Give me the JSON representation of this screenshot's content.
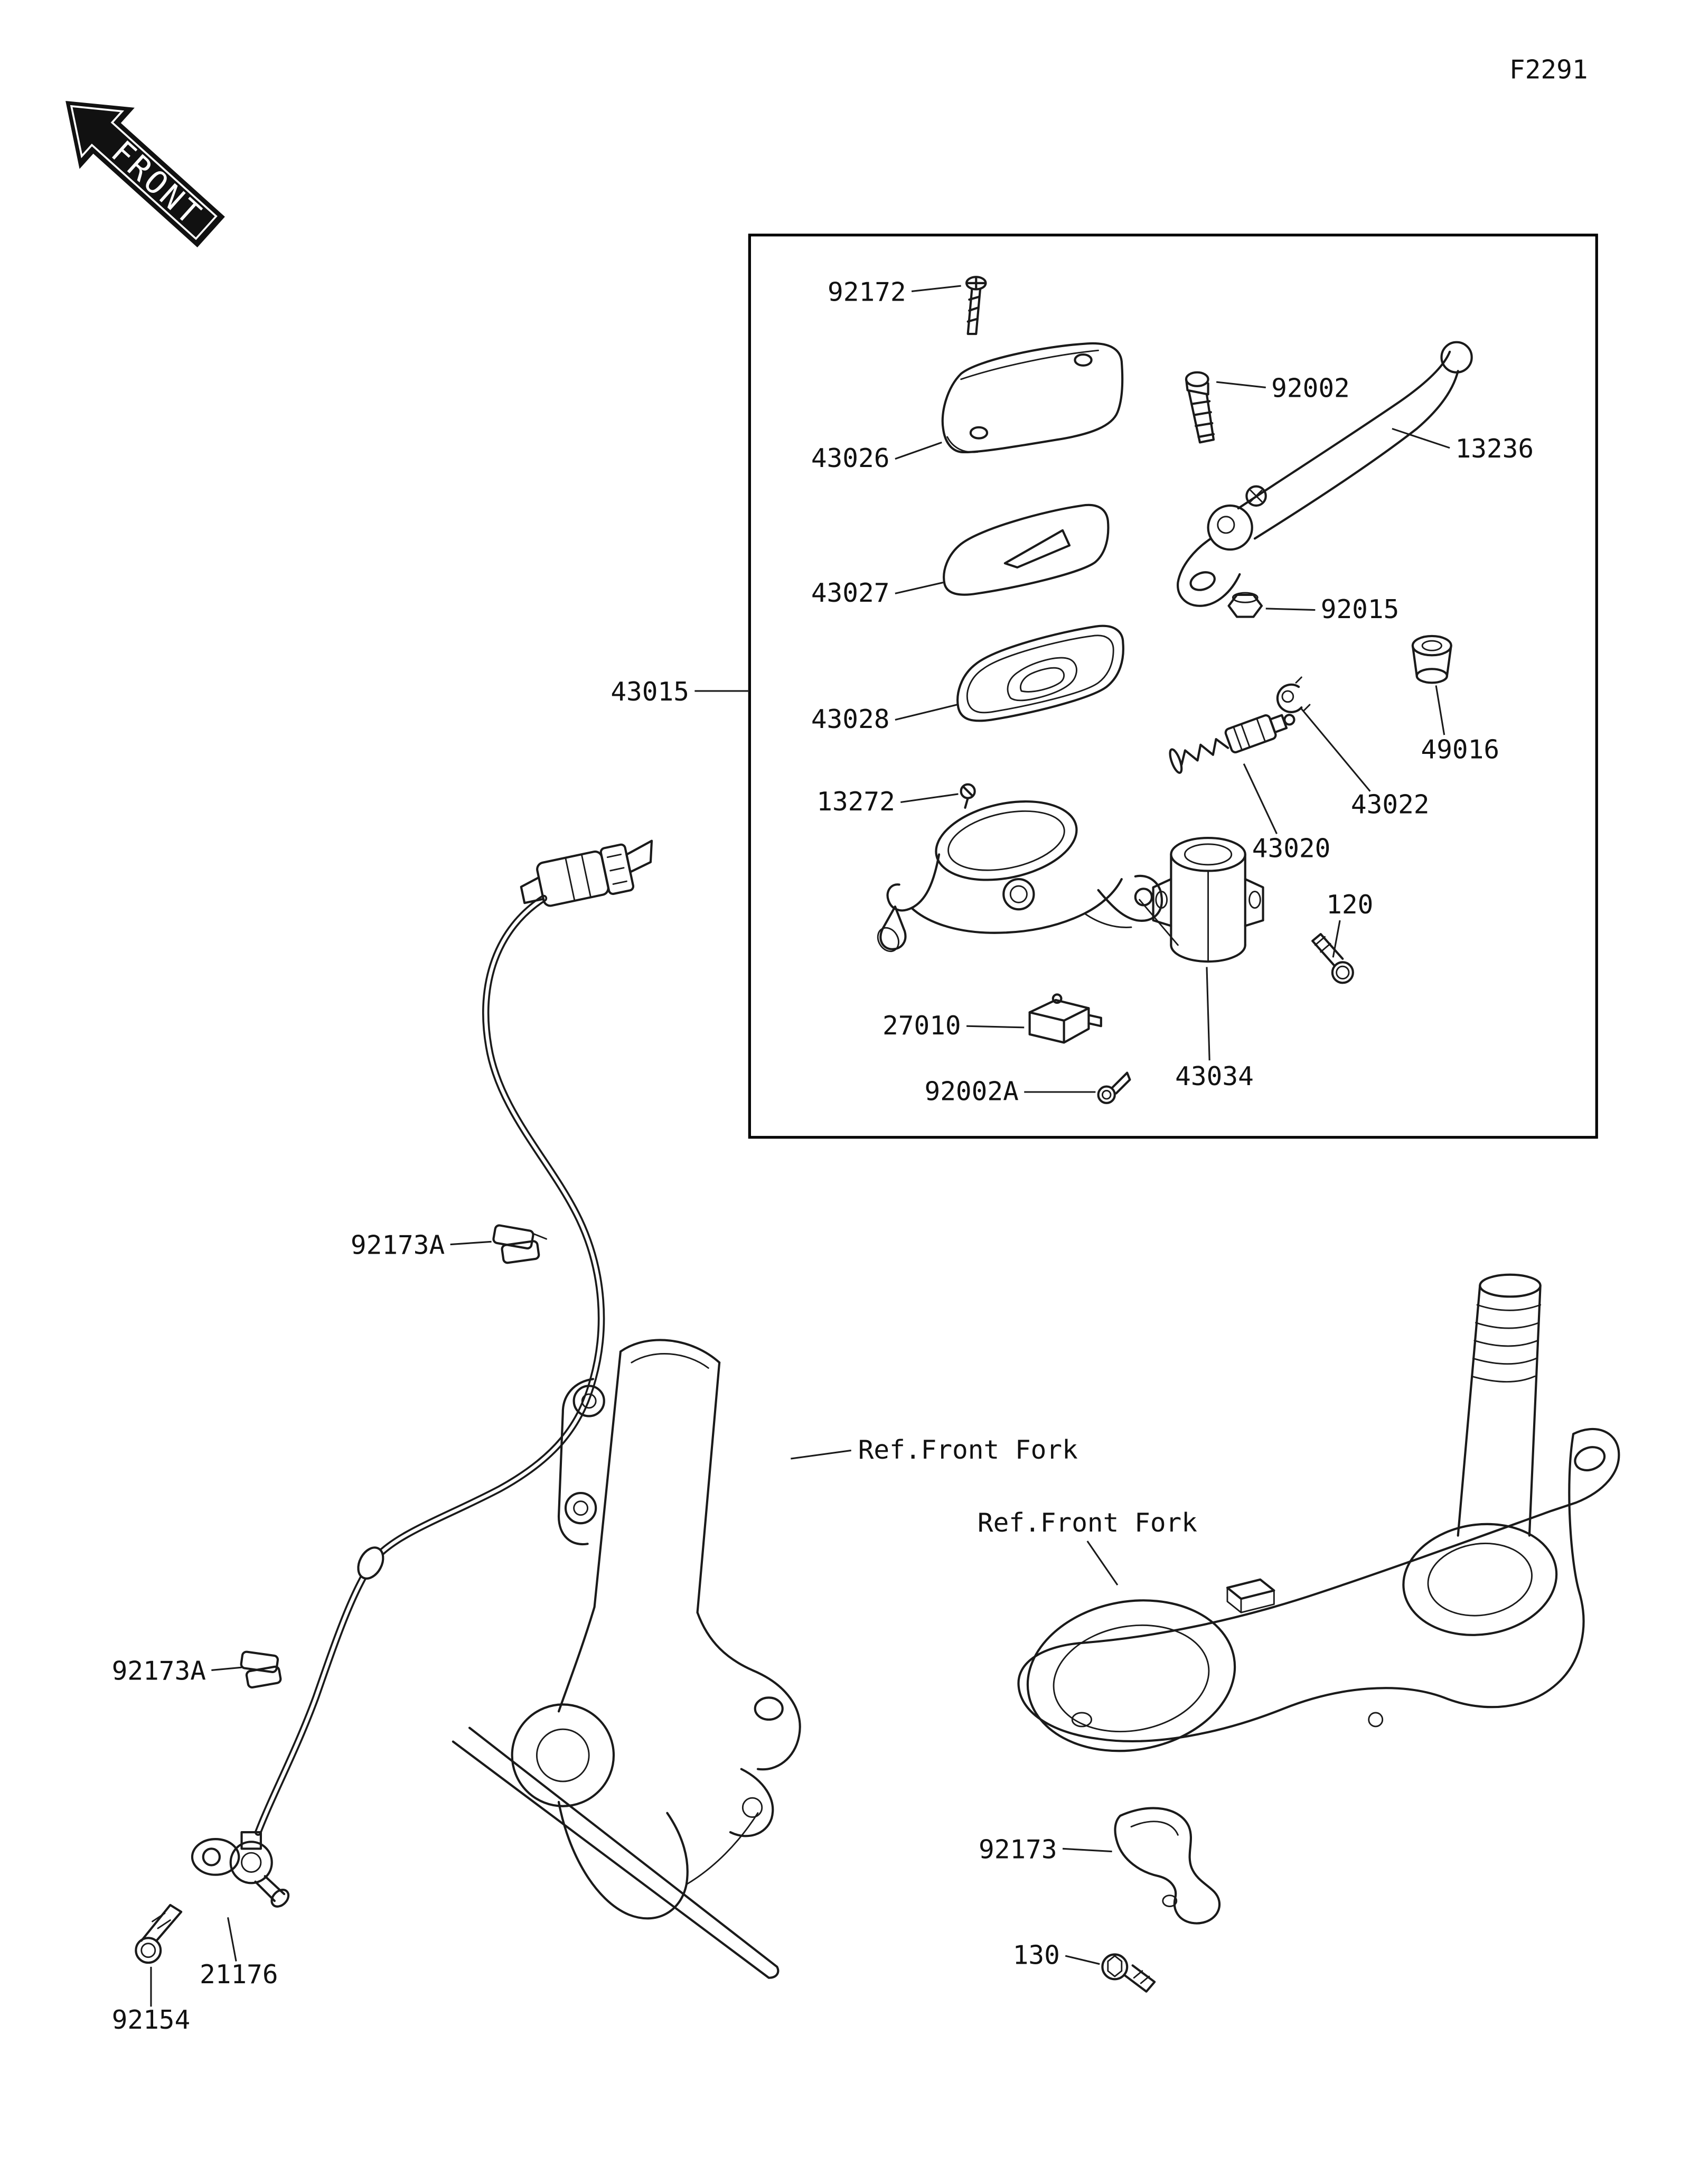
{
  "figure": {
    "code": "F2291",
    "front_arrow_label": "FRONT"
  },
  "assembly_box": {
    "labels": {
      "p92172": "92172",
      "p43026": "43026",
      "p43027": "43027",
      "p43028": "43028",
      "p13272": "13272",
      "p27010": "27010",
      "p92002a": "92002A",
      "p43015": "43015",
      "p92002": "92002",
      "p13236": "13236",
      "p92015": "92015",
      "p49016": "49016",
      "p43022": "43022",
      "p43020": "43020",
      "p120": "120",
      "p43034": "43034"
    }
  },
  "sensor_harness": {
    "labels": {
      "p92173a_upper": "92173A",
      "p92173a_lower": "92173A",
      "p21176": "21176",
      "p92154": "92154"
    }
  },
  "bracket_group": {
    "labels": {
      "p92173": "92173",
      "p130": "130"
    }
  },
  "references": {
    "front_fork_center": "Ref.Front Fork",
    "front_fork_right": "Ref.Front Fork"
  },
  "colors": {
    "line": "#1a1a1a",
    "background": "#ffffff"
  }
}
